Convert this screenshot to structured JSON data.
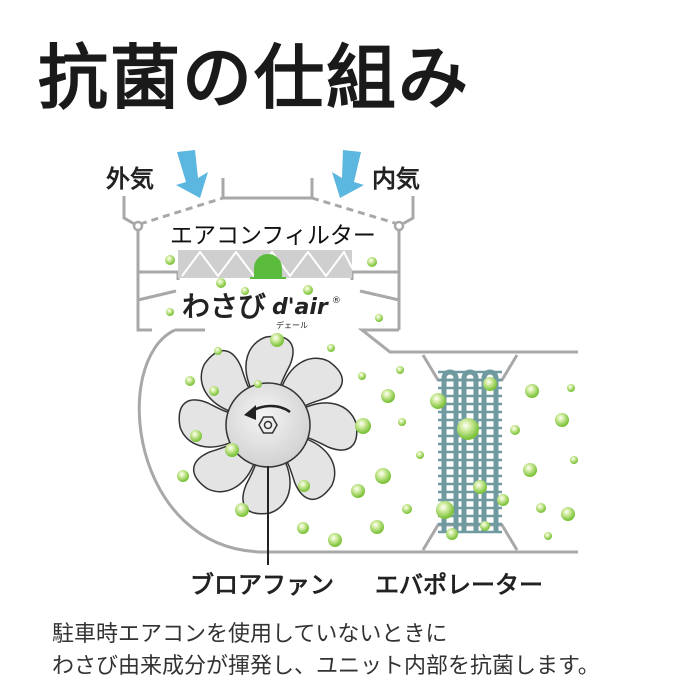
{
  "title": "抗菌の仕組み",
  "labels": {
    "outside_air": "外気",
    "inside_air": "内気",
    "filter": "エアコンフィルター",
    "blower_fan": "ブロアファン",
    "evaporator": "エバポレーター"
  },
  "logo": {
    "main": "わさび",
    "brand": "d'air",
    "reading": "デェール",
    "mark": "®"
  },
  "caption": [
    "駐車時エアコンを使用していないときに",
    "わさび由来成分が揮発し、ユニット内部を抗菌します。"
  ],
  "colors": {
    "arrow": "#5bb6e0",
    "bubble": "#8cc63f",
    "outline": "#a8a8a8",
    "coil": "#6f9aa0"
  }
}
